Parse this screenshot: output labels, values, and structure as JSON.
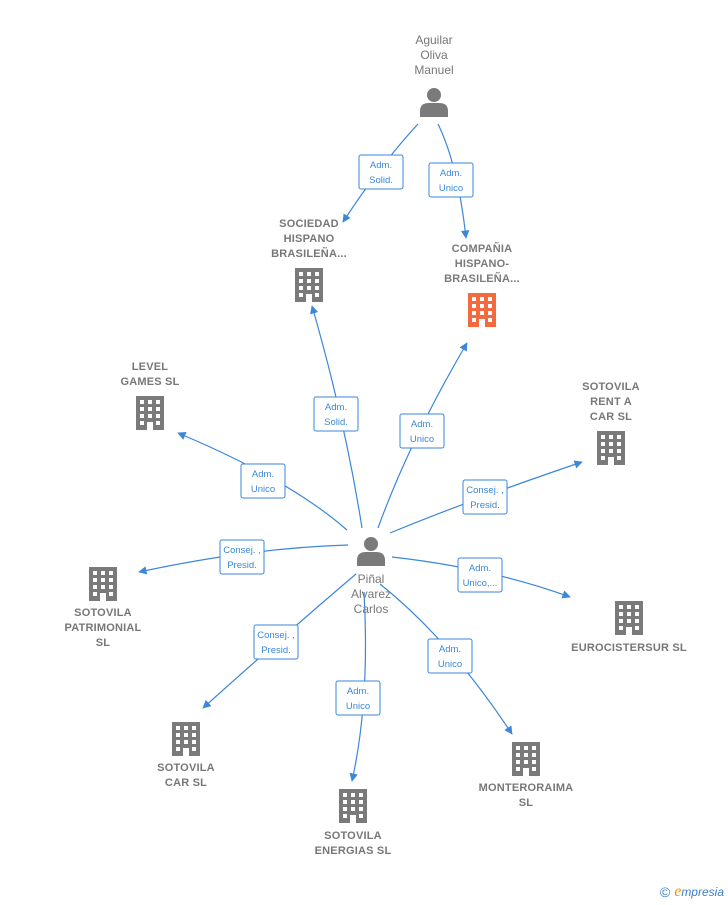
{
  "persons": [
    {
      "id": "aguilar",
      "lines": [
        "Aguilar",
        "Oliva",
        "Manuel"
      ],
      "icon": "person-icon"
    },
    {
      "id": "pinal",
      "lines": [
        "Piñal",
        "Alvarez",
        "Carlos"
      ],
      "icon": "person-icon"
    }
  ],
  "companies": [
    {
      "id": "sociedad",
      "lines": [
        "SOCIEDAD",
        "HISPANO",
        "BRASILEÑA..."
      ],
      "icon": "building-icon",
      "highlight": false
    },
    {
      "id": "compania",
      "lines": [
        "COMPAÑIA",
        "HISPANO-",
        "BRASILEÑA..."
      ],
      "icon": "building-icon",
      "highlight": true
    },
    {
      "id": "level",
      "lines": [
        "LEVEL",
        "GAMES  SL"
      ],
      "icon": "building-icon",
      "highlight": false
    },
    {
      "id": "sotovila-rent",
      "lines": [
        "SOTOVILA",
        "RENT  A",
        "CAR  SL"
      ],
      "icon": "building-icon",
      "highlight": false
    },
    {
      "id": "sotovila-patrimonial",
      "lines": [
        "SOTOVILA",
        "PATRIMONIAL",
        "SL"
      ],
      "icon": "building-icon",
      "highlight": false
    },
    {
      "id": "eurocistersur",
      "lines": [
        "EUROCISTERSUR SL"
      ],
      "icon": "building-icon",
      "highlight": false
    },
    {
      "id": "sotovila-car",
      "lines": [
        "SOTOVILA",
        "CAR  SL"
      ],
      "icon": "building-icon",
      "highlight": false
    },
    {
      "id": "sotovila-energias",
      "lines": [
        "SOTOVILA",
        "ENERGIAS SL"
      ],
      "icon": "building-icon",
      "highlight": false
    },
    {
      "id": "monteroraima",
      "lines": [
        "MONTERORAIMA",
        "SL"
      ],
      "icon": "building-icon",
      "highlight": false
    }
  ],
  "relations": [
    {
      "id": "r1",
      "from": "aguilar",
      "to": "sociedad",
      "lines": [
        "Adm.",
        "Solid."
      ]
    },
    {
      "id": "r2",
      "from": "aguilar",
      "to": "compania",
      "lines": [
        "Adm.",
        "Unico"
      ]
    },
    {
      "id": "r3",
      "from": "pinal",
      "to": "sociedad",
      "lines": [
        "Adm.",
        "Solid."
      ]
    },
    {
      "id": "r4",
      "from": "pinal",
      "to": "compania",
      "lines": [
        "Adm.",
        "Unico"
      ]
    },
    {
      "id": "r5",
      "from": "pinal",
      "to": "level",
      "lines": [
        "Adm.",
        "Unico"
      ]
    },
    {
      "id": "r6",
      "from": "pinal",
      "to": "sotovila-rent",
      "lines": [
        "Consej. ,",
        "Presid."
      ]
    },
    {
      "id": "r7",
      "from": "pinal",
      "to": "sotovila-patrimonial",
      "lines": [
        "Consej. ,",
        "Presid."
      ]
    },
    {
      "id": "r8",
      "from": "pinal",
      "to": "eurocistersur",
      "lines": [
        "Adm.",
        "Unico,..."
      ]
    },
    {
      "id": "r9",
      "from": "pinal",
      "to": "sotovila-car",
      "lines": [
        "Consej. ,",
        "Presid."
      ]
    },
    {
      "id": "r10",
      "from": "pinal",
      "to": "sotovila-energias",
      "lines": [
        "Adm.",
        "Unico"
      ]
    },
    {
      "id": "r11",
      "from": "pinal",
      "to": "monteroraima",
      "lines": [
        "Adm.",
        "Unico"
      ]
    }
  ],
  "colors": {
    "edge": "#3b87d8",
    "building": "#7a7a7a",
    "highlight": "#f26a3d",
    "person": "#7a7a7a"
  },
  "watermark": {
    "copyright": "©",
    "brand_initial": "e",
    "brand_rest": "mpresia"
  }
}
